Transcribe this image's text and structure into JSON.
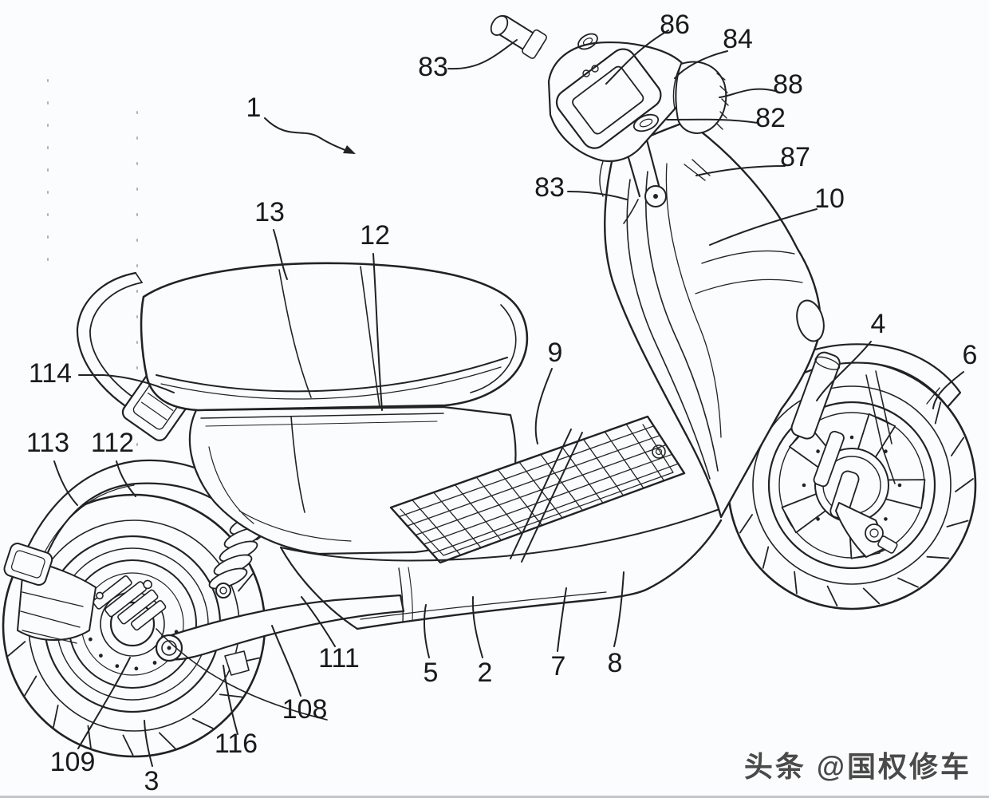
{
  "figure": {
    "kind": "patent line drawing",
    "subject": "electric scooter side perspective view"
  },
  "labels": {
    "l1": "1",
    "l2": "2",
    "l3": "3",
    "l4": "4",
    "l5": "5",
    "l6": "6",
    "l7": "7",
    "l8": "8",
    "l9": "9",
    "l10": "10",
    "l12": "12",
    "l13": "13",
    "l82": "82",
    "l83a": "83",
    "l83b": "83",
    "l84": "84",
    "l86": "86",
    "l87": "87",
    "l88": "88",
    "l108": "108",
    "l109": "109",
    "l111": "111",
    "l112": "112",
    "l113": "113",
    "l114": "114",
    "l116": "116"
  },
  "watermark": {
    "text": "头条 @国权修车"
  }
}
